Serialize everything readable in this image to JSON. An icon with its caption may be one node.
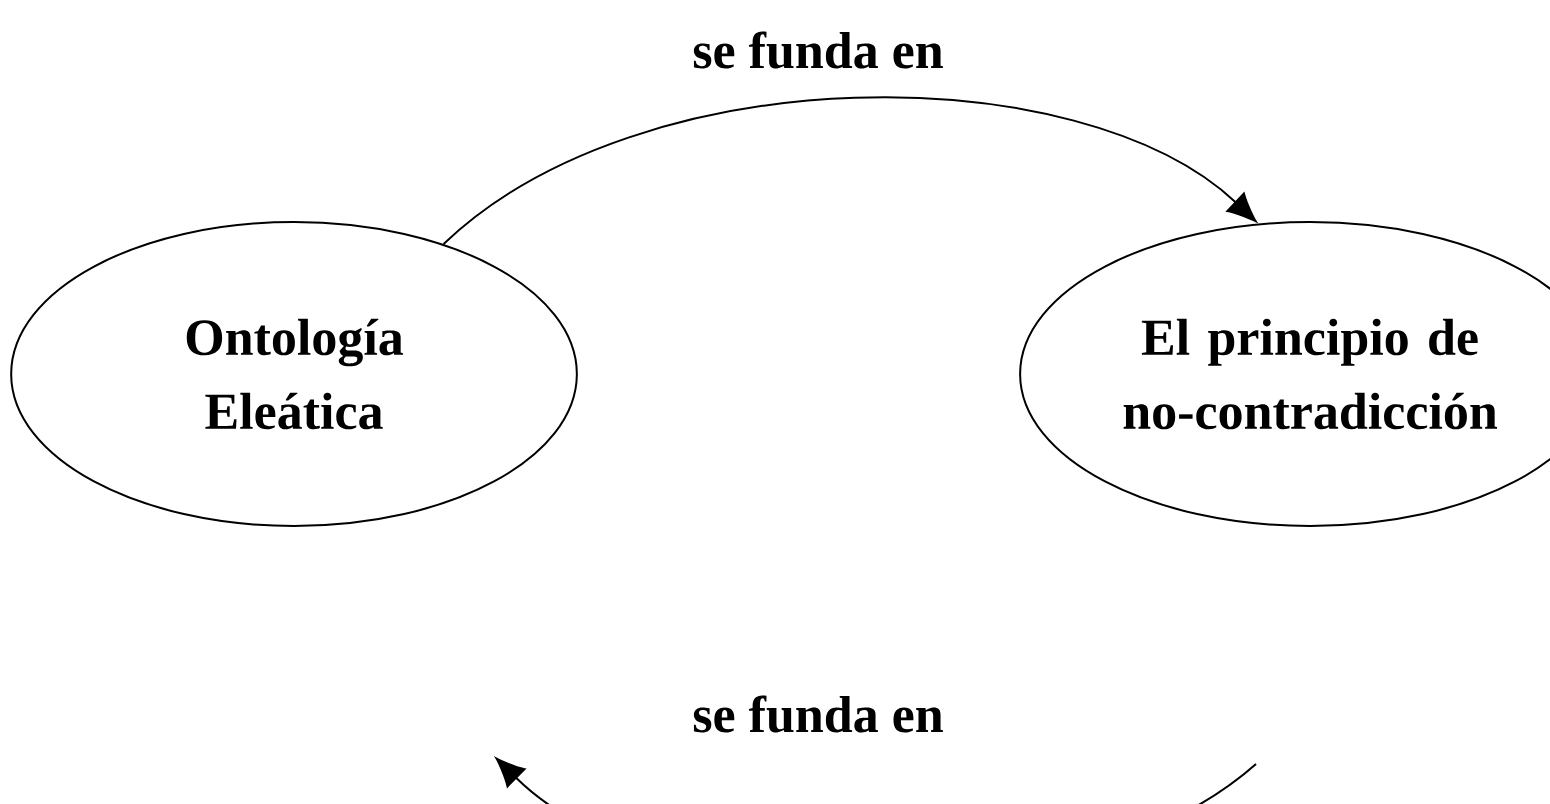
{
  "diagram": {
    "nodes": [
      {
        "text": [
          "Ontología Eleática"
        ]
      },
      {
        "text": [
          "El principio de no-contradicción"
        ]
      }
    ],
    "edges": [
      {
        "from": 0,
        "to": 1,
        "arrow": "to",
        "label": "se funda en"
      }
    ],
    "labels": [
      "se funda en"
    ]
  }
}
